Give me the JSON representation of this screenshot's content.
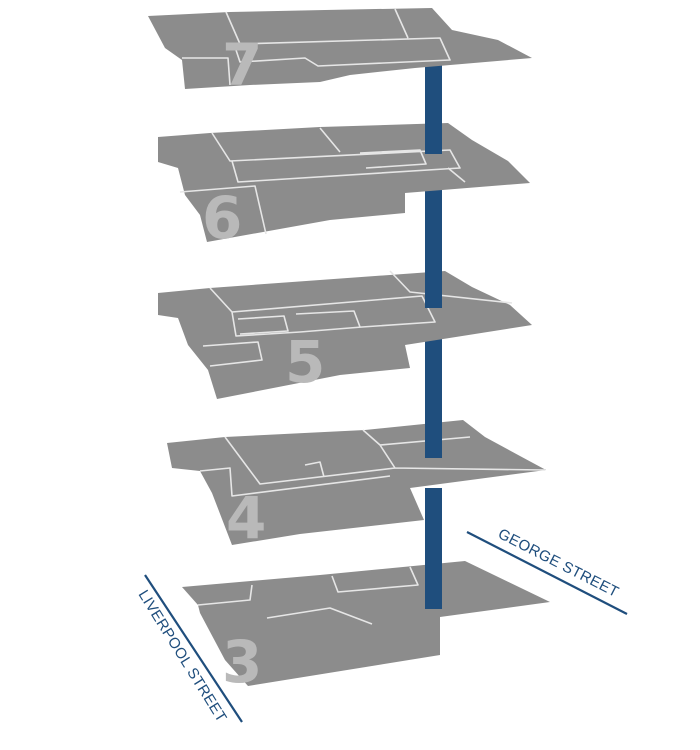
{
  "floors": [
    {
      "label": "7"
    },
    {
      "label": "6"
    },
    {
      "label": "5"
    },
    {
      "label": "4"
    },
    {
      "label": "3"
    }
  ],
  "streets": {
    "liverpool": "LIVERPOOL STREET",
    "george": "GEORGE STREET"
  },
  "colors": {
    "slab": "#8c8c8c",
    "core": "#1f4e7d",
    "street": "#1f4e7d",
    "floor_number": "#b9b9b9"
  }
}
